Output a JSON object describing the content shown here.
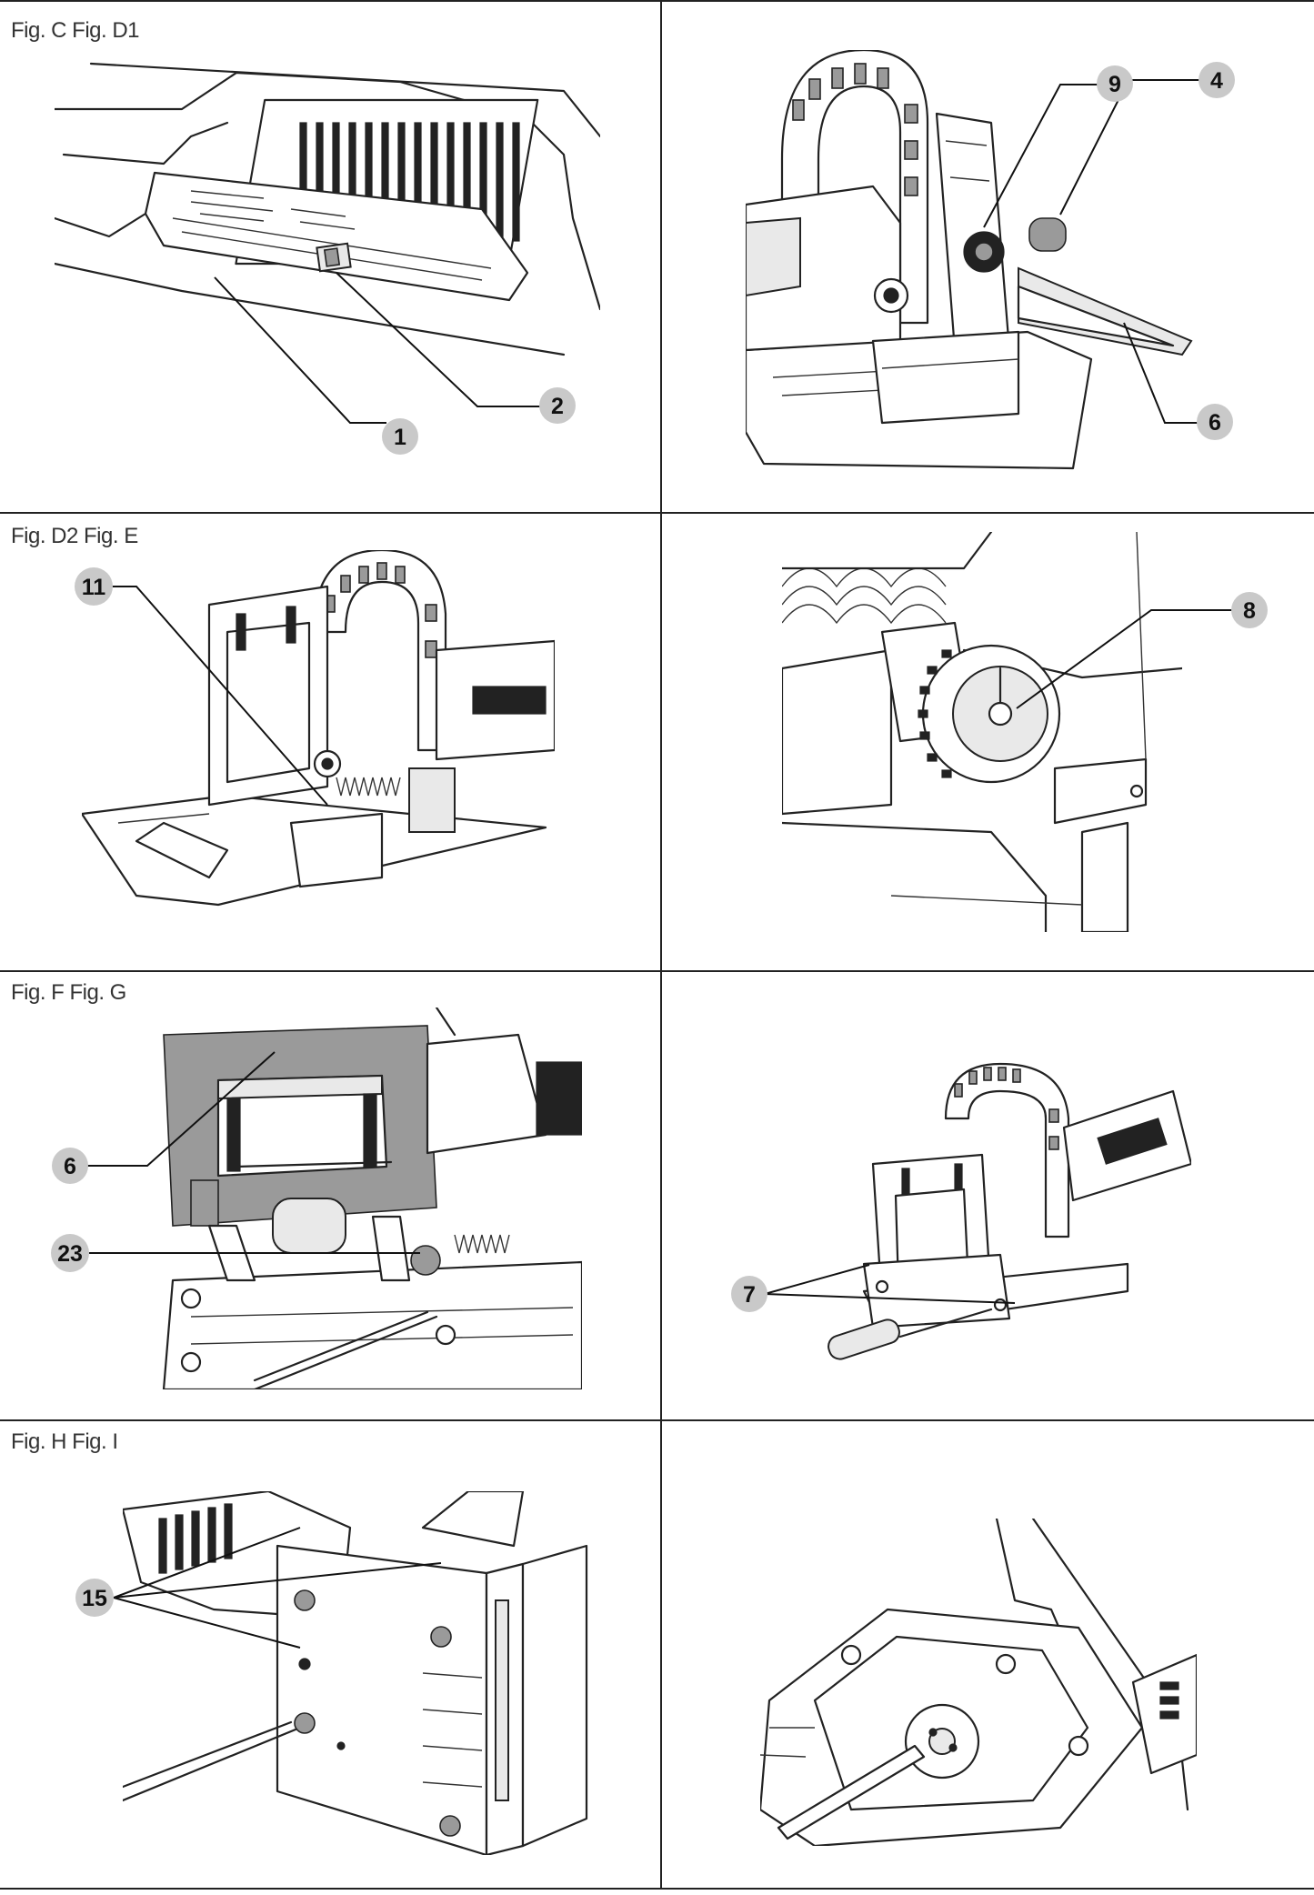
{
  "rows": [
    {
      "label": "Fig. C Fig. D1"
    },
    {
      "label": "Fig. D2 Fig. E"
    },
    {
      "label": "Fig. F Fig. G"
    },
    {
      "label": "Fig. H Fig. I"
    }
  ],
  "callouts": {
    "c_1": "1",
    "c_2": "2",
    "d1_9": "9",
    "d1_4": "4",
    "d1_6": "6",
    "d2_11": "11",
    "e_8": "8",
    "f_6": "6",
    "f_23": "23",
    "g_7": "7",
    "h_15": "15"
  }
}
